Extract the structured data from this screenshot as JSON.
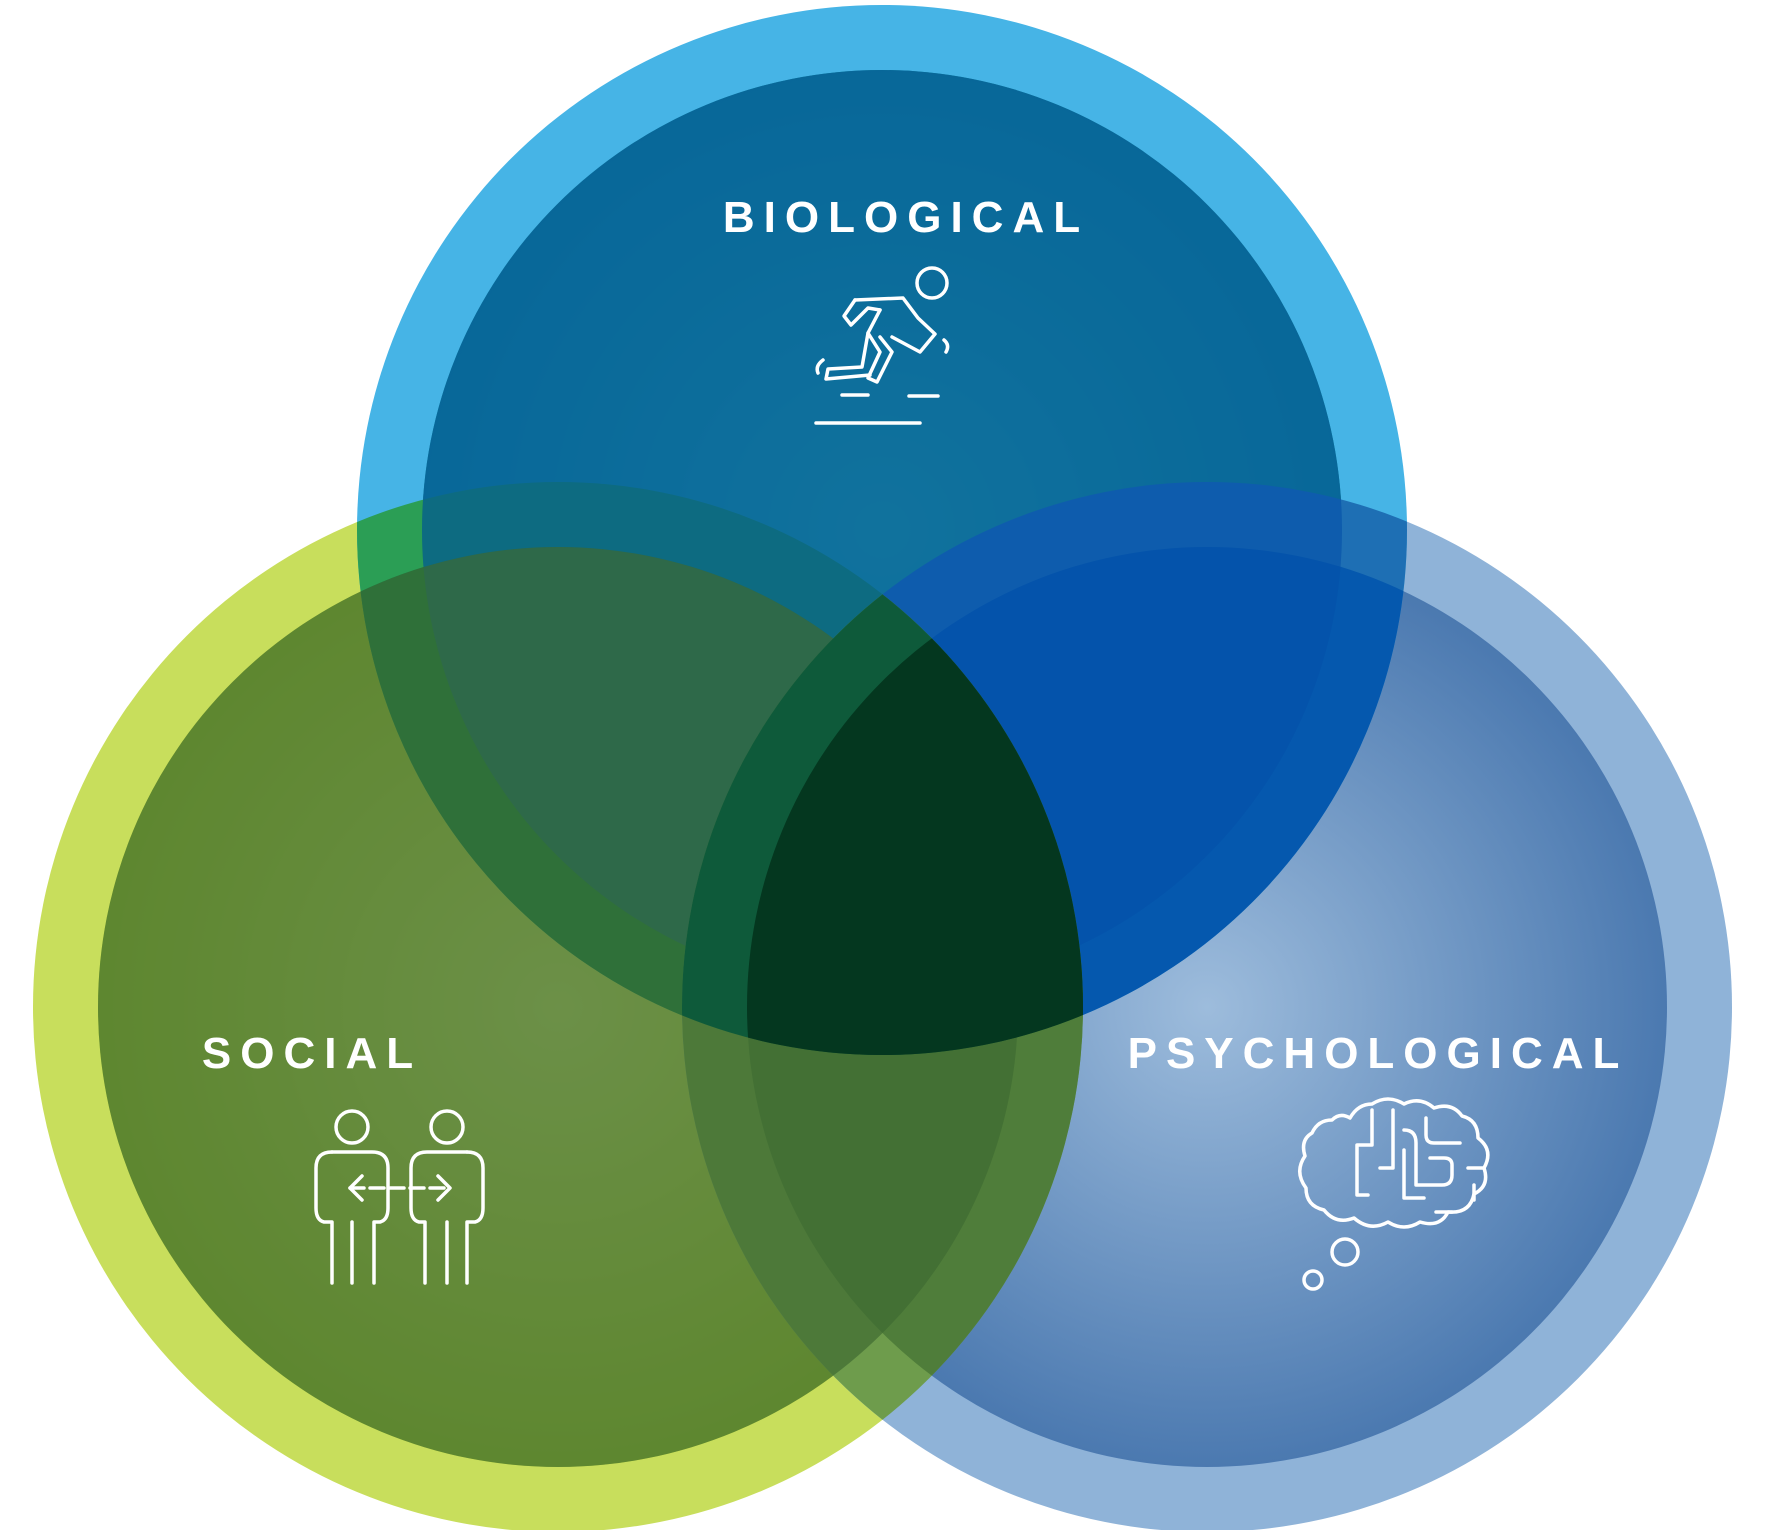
{
  "diagram": {
    "circles": [
      {
        "id": "biological",
        "label": "BIOLOGICAL",
        "icon": "running-person-icon",
        "ring_color": "#46B4E6",
        "center_color": "#3CC3F2",
        "edge_color": "#0E88DA"
      },
      {
        "id": "social",
        "label": "SOCIAL",
        "icon": "two-people-exchange-icon",
        "ring_color": "#C8DE5C",
        "center_color": "#D6E77C",
        "edge_color": "#A8C82C"
      },
      {
        "id": "psychological",
        "label": "PSYCHOLOGICAL",
        "icon": "brain-maze-thought-icon",
        "ring_color": "#8FB3D8",
        "center_color": "#9DBCDC",
        "edge_color": "#4B79B0"
      }
    ],
    "overlap_colors": {
      "biological_social": "#0C7D4A",
      "biological_psychological": "#0558AE",
      "social_psychological": "#3F6B32",
      "all_three": "#04371F"
    }
  }
}
